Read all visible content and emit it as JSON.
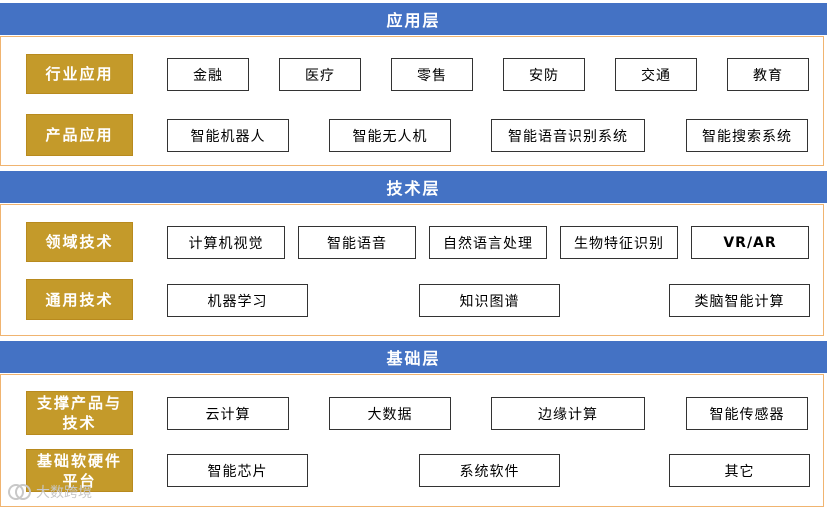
{
  "layers": {
    "application": {
      "title": "应用层",
      "rows": [
        {
          "label": "行业应用",
          "items": [
            "金融",
            "医疗",
            "零售",
            "安防",
            "交通",
            "教育"
          ]
        },
        {
          "label": "产品应用",
          "items": [
            "智能机器人",
            "智能无人机",
            "智能语音识别系统",
            "智能搜索系统"
          ]
        }
      ]
    },
    "technology": {
      "title": "技术层",
      "rows": [
        {
          "label": "领域技术",
          "items": [
            "计算机视觉",
            "智能语音",
            "自然语言处理",
            "生物特征识别",
            "VR/AR"
          ]
        },
        {
          "label": "通用技术",
          "items": [
            "机器学习",
            "知识图谱",
            "类脑智能计算"
          ]
        }
      ]
    },
    "foundation": {
      "title": "基础层",
      "rows": [
        {
          "label": "支撑产品与技术",
          "items": [
            "云计算",
            "大数据",
            "边缘计算",
            "智能传感器"
          ]
        },
        {
          "label": "基础软硬件平台",
          "items": [
            "智能芯片",
            "系统软件",
            "其它"
          ]
        }
      ]
    }
  },
  "watermark": "大数跨境",
  "colors": {
    "band": "#4472c4",
    "label": "#c49a2a",
    "panel_border": "#f0b470"
  }
}
